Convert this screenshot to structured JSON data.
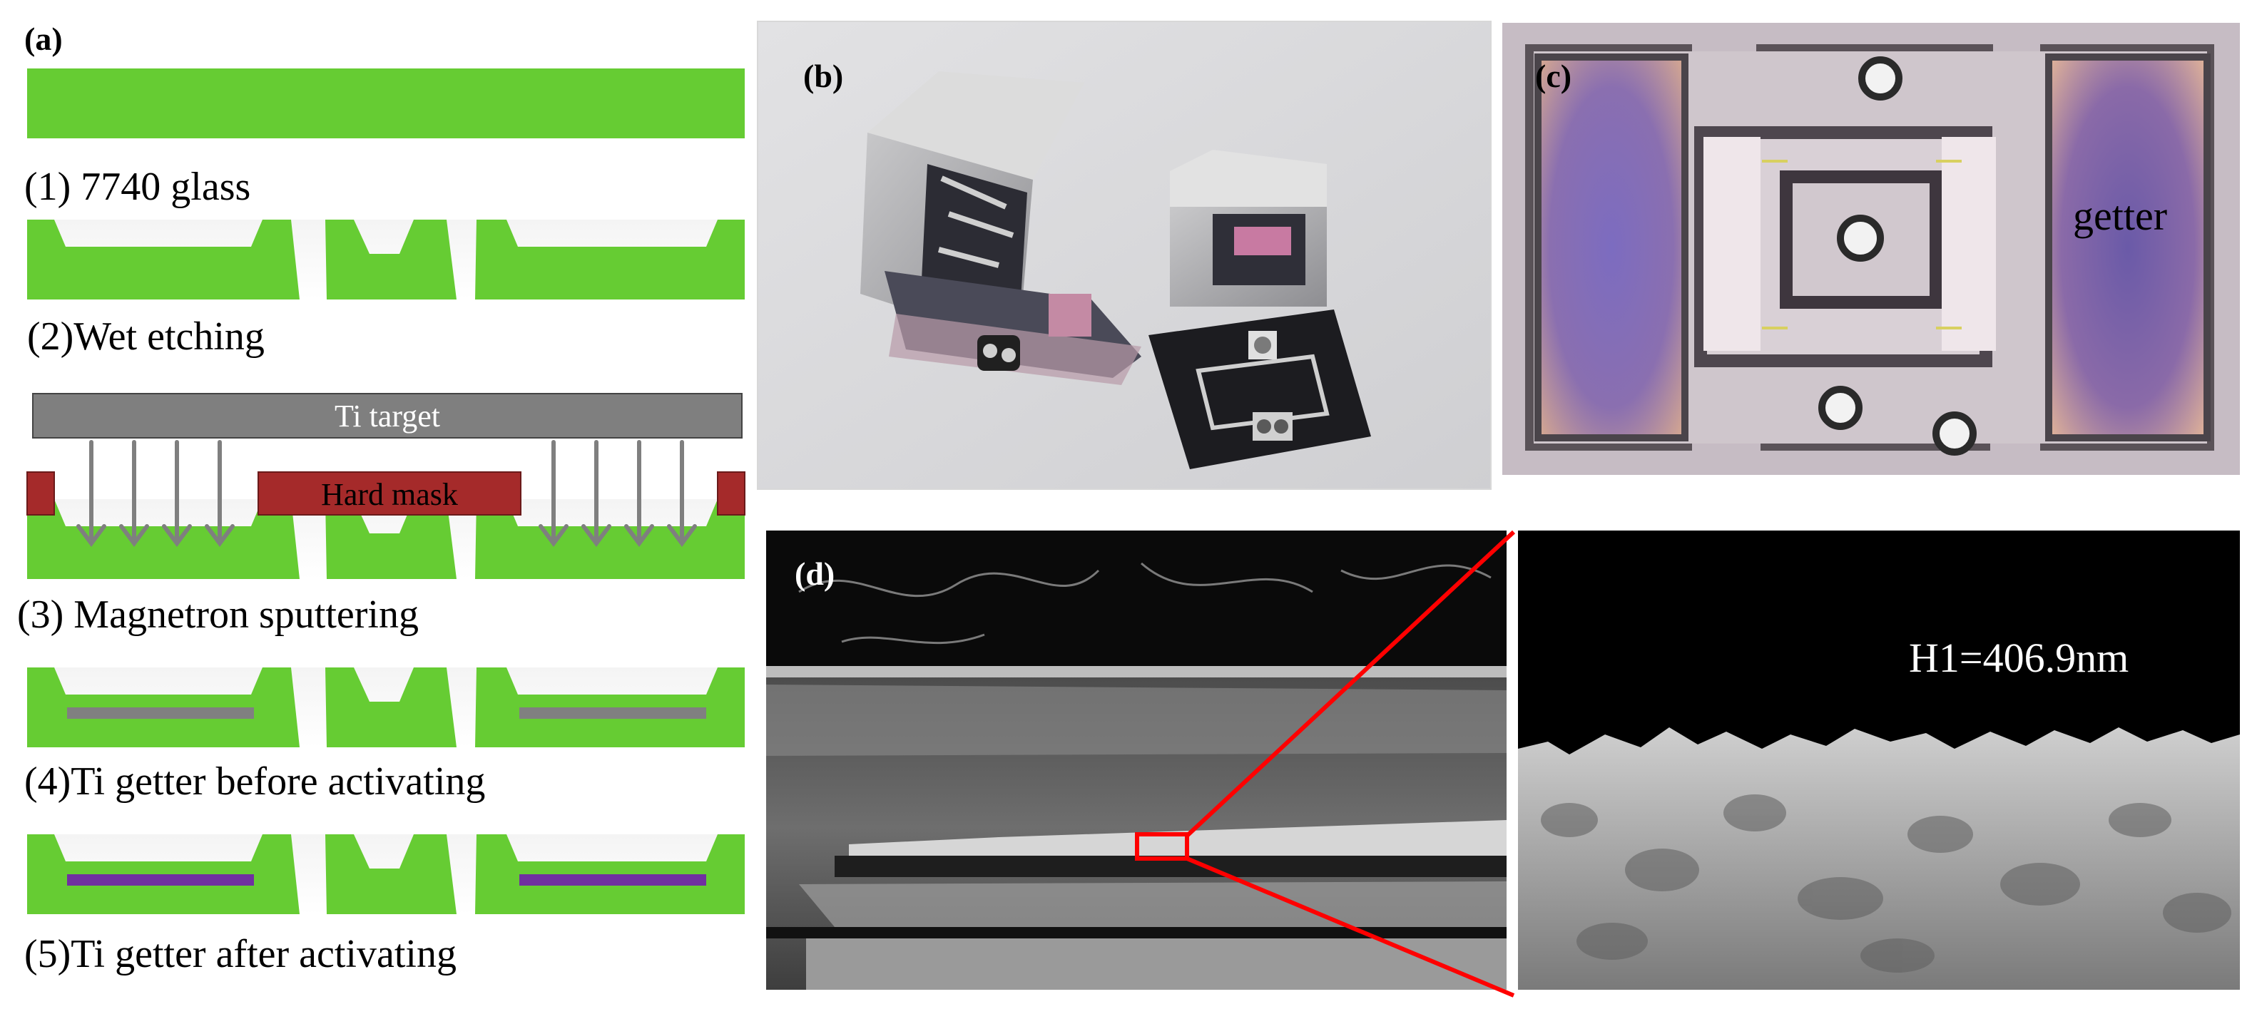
{
  "panel_a": {
    "label": "(a)",
    "steps": [
      {
        "caption": "(1) 7740 glass"
      },
      {
        "caption": "(2)Wet etching"
      },
      {
        "caption": "(3) Magnetron sputtering"
      },
      {
        "caption": "(4)Ti getter before activating"
      },
      {
        "caption": "(5)Ti getter after activating"
      }
    ],
    "ti_target_label": "Ti target",
    "hard_mask_label": "Hard mask",
    "colors": {
      "glass": "#66cc33",
      "ti_target": "#7f7f7f",
      "hard_mask": "#a52a2a",
      "ti_before": "#808080",
      "ti_after": "#7030a0"
    }
  },
  "panel_b": {
    "label": "(b)"
  },
  "panel_c": {
    "label": "(c)",
    "annotation": "getter"
  },
  "panel_d": {
    "label": "(d)",
    "zoom_annotation": "H1=406.9nm",
    "highlight_color": "#ff0000"
  }
}
